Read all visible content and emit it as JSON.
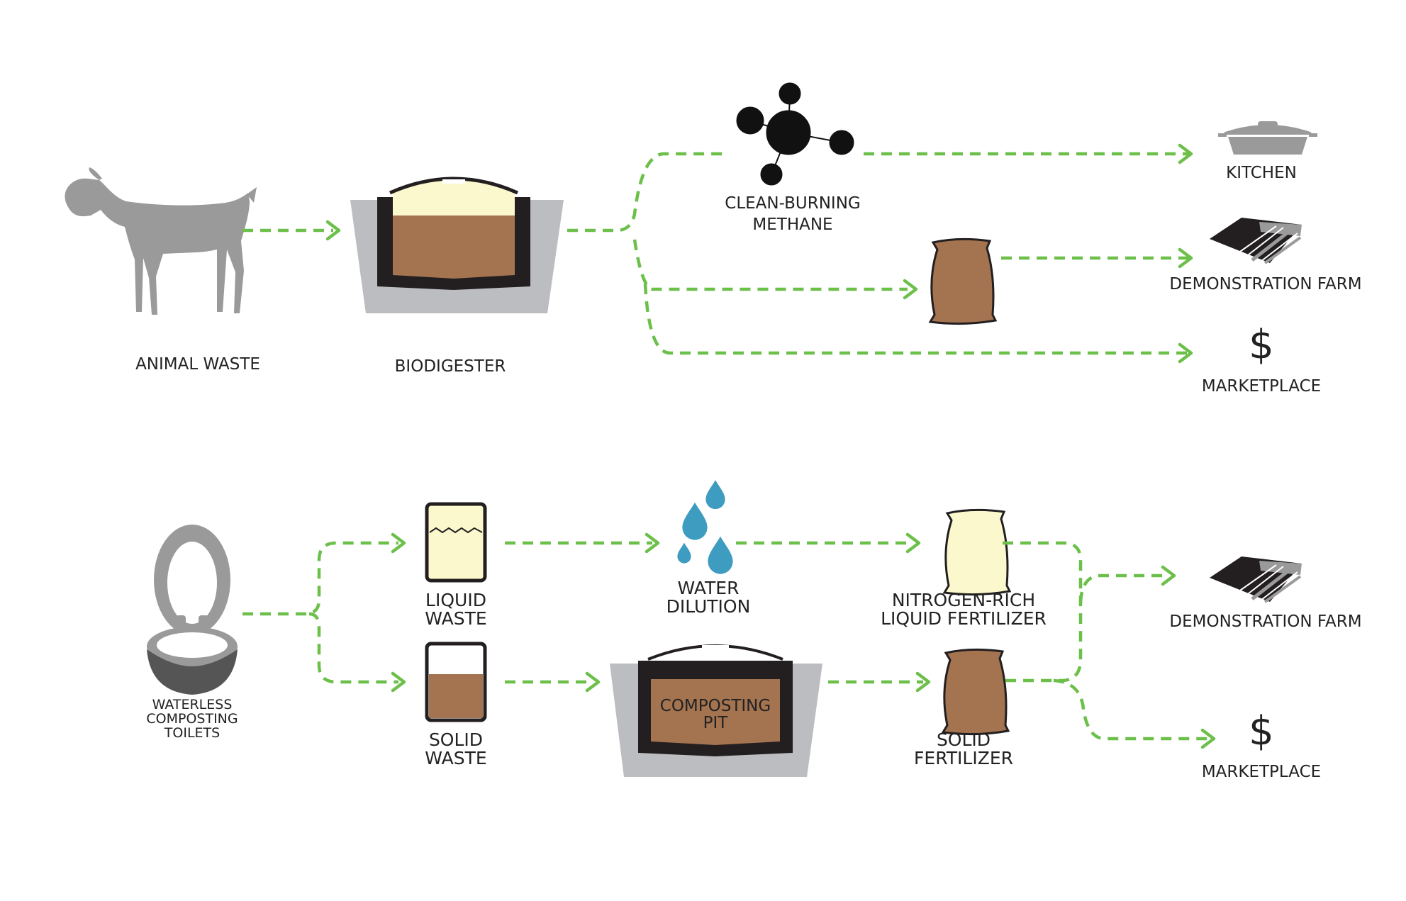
{
  "colors": {
    "arrow": "#6cc04a",
    "animal": "#9a9a9a",
    "soil": "#a47350",
    "liquid": "#fbf8cd",
    "tank_wall": "#231f20",
    "tank_outer": "#bcbdc0",
    "water": "#3d9cc0",
    "label": "#222222"
  },
  "icons": {
    "animal": "goat-icon",
    "biodigester": "biodigester-tank-icon",
    "methane": "methane-molecule-icon",
    "kitchen": "cooking-pot-icon",
    "farm": "farm-field-icon",
    "market": "dollar-sign-icon",
    "toilet": "toilet-icon",
    "liquid": "liquid-container-icon",
    "solid": "solid-container-icon",
    "water": "water-drops-icon",
    "pit": "composting-pit-icon",
    "bag": "fertilizer-bag-icon"
  },
  "top": {
    "animal_waste": "ANIMAL WASTE",
    "biodigester": "BIODIGESTER",
    "methane_line1": "CLEAN-BURNING",
    "methane_line2": "METHANE",
    "kitchen": "KITCHEN",
    "demo_farm": "DEMONSTRATION FARM",
    "market_symbol": "$",
    "marketplace": "MARKETPLACE"
  },
  "bottom": {
    "toilets_line1": "WATERLESS",
    "toilets_line2": "COMPOSTING",
    "toilets_line3": "TOILETS",
    "liquid_line1": "LIQUID",
    "liquid_line2": "WASTE",
    "solid_line1": "SOLID",
    "solid_line2": "WASTE",
    "water_line1": "WATER",
    "water_line2": "DILUTION",
    "pit_line1": "COMPOSTING",
    "pit_line2": "PIT",
    "nitrogen_line1": "NITROGEN-RICH",
    "nitrogen_line2": "LIQUID FERTILIZER",
    "solid_fert_line1": "SOLID",
    "solid_fert_line2": "FERTILIZER",
    "demo_farm": "DEMONSTRATION FARM",
    "market_symbol": "$",
    "marketplace": "MARKETPLACE"
  }
}
